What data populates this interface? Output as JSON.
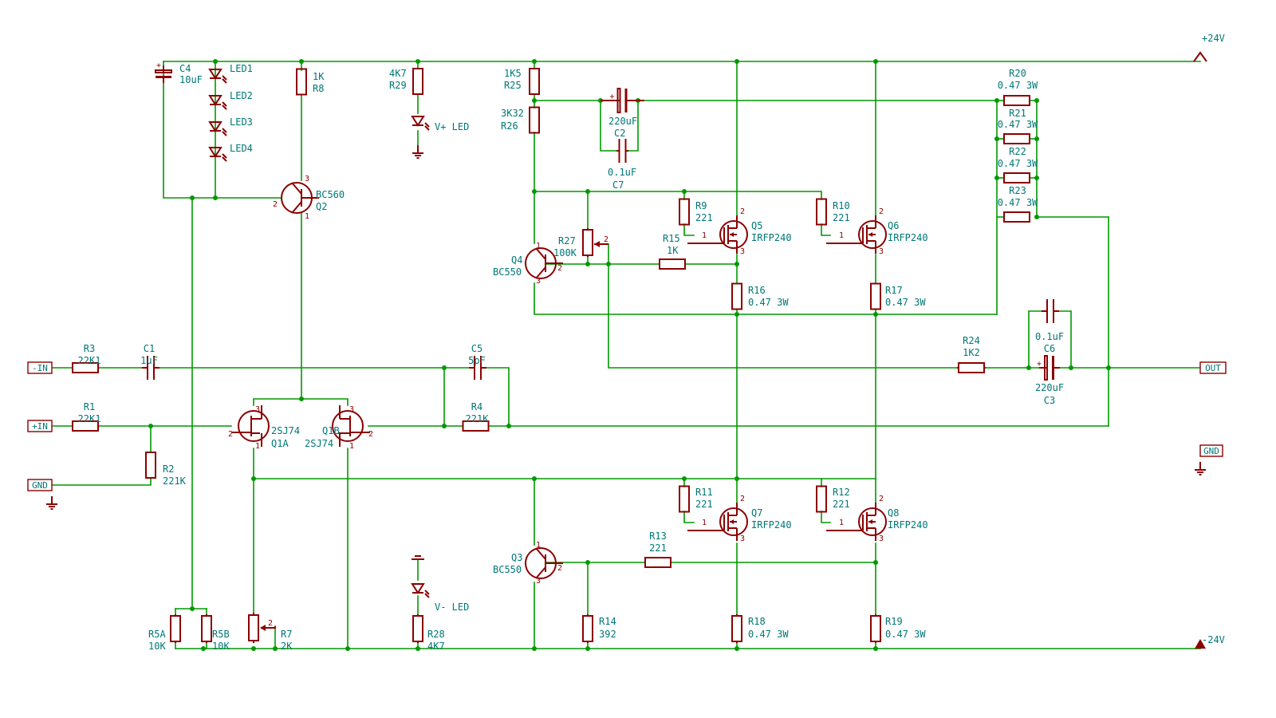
{
  "rails": {
    "pos": "+24V",
    "neg": "-24V"
  },
  "ports": {
    "in_neg": "-IN",
    "in_pos": "+IN",
    "gnd_in": "GND",
    "out": "OUT",
    "gnd_out": "GND"
  },
  "components": {
    "R1": {
      "ref": "R1",
      "value": "22K1"
    },
    "R2": {
      "ref": "R2",
      "value": "221K"
    },
    "R3": {
      "ref": "R3",
      "value": "22K1"
    },
    "R4": {
      "ref": "R4",
      "value": "221K"
    },
    "R5A": {
      "ref": "R5A",
      "value": "10K"
    },
    "R5B": {
      "ref": "R5B",
      "value": "10K"
    },
    "R7": {
      "ref": "R7",
      "value": "2K"
    },
    "R8": {
      "ref": "R8",
      "value": "1K"
    },
    "R9": {
      "ref": "R9",
      "value": "221"
    },
    "R10": {
      "ref": "R10",
      "value": "221"
    },
    "R11": {
      "ref": "R11",
      "value": "221"
    },
    "R12": {
      "ref": "R12",
      "value": "221"
    },
    "R13": {
      "ref": "R13",
      "value": "221"
    },
    "R14": {
      "ref": "R14",
      "value": "392"
    },
    "R15": {
      "ref": "R15",
      "value": "1K"
    },
    "R16": {
      "ref": "R16",
      "value": "0.47 3W"
    },
    "R17": {
      "ref": "R17",
      "value": "0.47 3W"
    },
    "R18": {
      "ref": "R18",
      "value": "0.47 3W"
    },
    "R19": {
      "ref": "R19",
      "value": "0.47 3W"
    },
    "R20": {
      "ref": "R20",
      "value": "0.47 3W"
    },
    "R21": {
      "ref": "R21",
      "value": "0.47 3W"
    },
    "R22": {
      "ref": "R22",
      "value": "0.47 3W"
    },
    "R23": {
      "ref": "R23",
      "value": "0.47 3W"
    },
    "R24": {
      "ref": "R24",
      "value": "1K2"
    },
    "R25": {
      "ref": "R25",
      "value": "1K5"
    },
    "R26": {
      "ref": "R26",
      "value": "3K32"
    },
    "R27": {
      "ref": "R27",
      "value": "100K"
    },
    "R28": {
      "ref": "R28",
      "value": "4K7"
    },
    "R29": {
      "ref": "R29",
      "value": "4K7"
    },
    "C1": {
      "ref": "C1",
      "value": "1uF"
    },
    "C2": {
      "ref": "C2",
      "value": "220uF"
    },
    "C3": {
      "ref": "C3",
      "value": "220uF"
    },
    "C4": {
      "ref": "C4",
      "value": "10uF"
    },
    "C5": {
      "ref": "C5",
      "value": "5pF"
    },
    "C6": {
      "ref": "C6",
      "value": "0.1uF"
    },
    "C7": {
      "ref": "C7",
      "value": "0.1uF"
    },
    "Q1A": {
      "ref": "Q1A",
      "value": "2SJ74"
    },
    "Q1B": {
      "ref": "Q1B",
      "value": "2SJ74"
    },
    "Q2": {
      "ref": "Q2",
      "value": "BC560"
    },
    "Q3": {
      "ref": "Q3",
      "value": "BC550"
    },
    "Q4": {
      "ref": "Q4",
      "value": "BC550"
    },
    "Q5": {
      "ref": "Q5",
      "value": "IRFP240"
    },
    "Q6": {
      "ref": "Q6",
      "value": "IRFP240"
    },
    "Q7": {
      "ref": "Q7",
      "value": "IRFP240"
    },
    "Q8": {
      "ref": "Q8",
      "value": "IRFP240"
    },
    "LED1": {
      "ref": "LED1"
    },
    "LED2": {
      "ref": "LED2"
    },
    "LED3": {
      "ref": "LED3"
    },
    "LED4": {
      "ref": "LED4"
    },
    "LEDP": {
      "ref": "V+ LED"
    },
    "LEDN": {
      "ref": "V- LED"
    }
  },
  "pins": {
    "p1": "1",
    "p2": "2",
    "p3": "3"
  }
}
